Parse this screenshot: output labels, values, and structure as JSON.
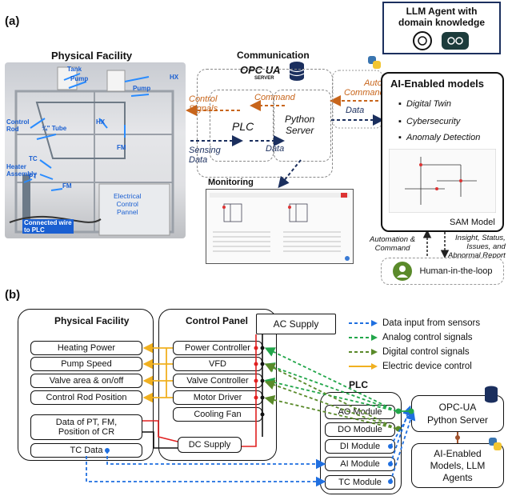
{
  "panel_a": {
    "label": "(a)",
    "physical_facility_title": "Physical Facility",
    "photo_labels": {
      "tank": "Tank",
      "pump_top": "Pump",
      "hx_top": "HX",
      "pump_right": "Pump",
      "control_rod": "Control\nRod",
      "tube": "¾\" Tube",
      "hx_mid": "HX",
      "fm_right": "FM",
      "tc": "TC",
      "heater": "Heater\nAssembly",
      "pt": "PT",
      "fm_left": "FM",
      "connected": "Connected wire\nto PLC",
      "ecp": "Electrical\nControl\nPannel"
    },
    "communication_title": "Communication",
    "opcua_logo": "OPC UA",
    "opcua_server": "SERVER",
    "control_signals": "Control\nSignals",
    "command": "Command",
    "auto_command": "Auto.\nCommand",
    "data_right": "Data",
    "plc": "PLC",
    "python_server": "Python\nServer",
    "sensing_data": "Sensing\nData",
    "data_bottom": "Data",
    "monitoring_title": "Monitoring",
    "llm_agent": "LLM Agent with\ndomain knowledge",
    "ai_title": "AI-Enabled models",
    "ai_items": [
      "Digital Twin",
      "Cybersecurity",
      "Anomaly Detection"
    ],
    "sam_model": "SAM Model",
    "automation_command": "Automation &\nCommand",
    "insight": "Insight, Status,\nIssues, and\nAbnormal Report",
    "human_loop": "Human-in-the-loop"
  },
  "panel_b": {
    "label": "(b)",
    "physical_facility_title": "Physical Facility",
    "facility_items": [
      "Heating Power",
      "Pump Speed",
      "Valve area & on/off",
      "Control Rod Position"
    ],
    "sensor_data": "Data of PT, FM,\nPosition of CR",
    "tc_data": "TC Data",
    "control_panel_title": "Control Panel",
    "panel_items": [
      "Power Controller",
      "VFD",
      "Valve Controller",
      "Motor Driver",
      "Cooling Fan"
    ],
    "dc_supply": "DC Supply",
    "ac_supply": "AC Supply",
    "plc_title": "PLC",
    "plc_modules": [
      "AO Module",
      "DO Module",
      "DI Module",
      "AI Module",
      "TC Module"
    ],
    "opcua_server": "OPC-UA\nPython Server",
    "ai_models": "AI-Enabled\nModels, LLM\nAgents",
    "legend": [
      {
        "label": "Data input from sensors",
        "color": "#1f6fe0",
        "dashed": true
      },
      {
        "label": "Analog control signals",
        "color": "#22a64a",
        "dashed": true
      },
      {
        "label": "Digital control signals",
        "color": "#5a8a2a",
        "dashed": true
      },
      {
        "label": "Electric device control",
        "color": "#f0b020",
        "dashed": false
      }
    ]
  },
  "colors": {
    "blue": "#1f6fe0",
    "orange": "#c8651b",
    "navy": "#1b2f5e",
    "green": "#22a64a",
    "dark_green": "#5a8a2a",
    "yellow": "#f0b020",
    "red": "#e02020"
  }
}
